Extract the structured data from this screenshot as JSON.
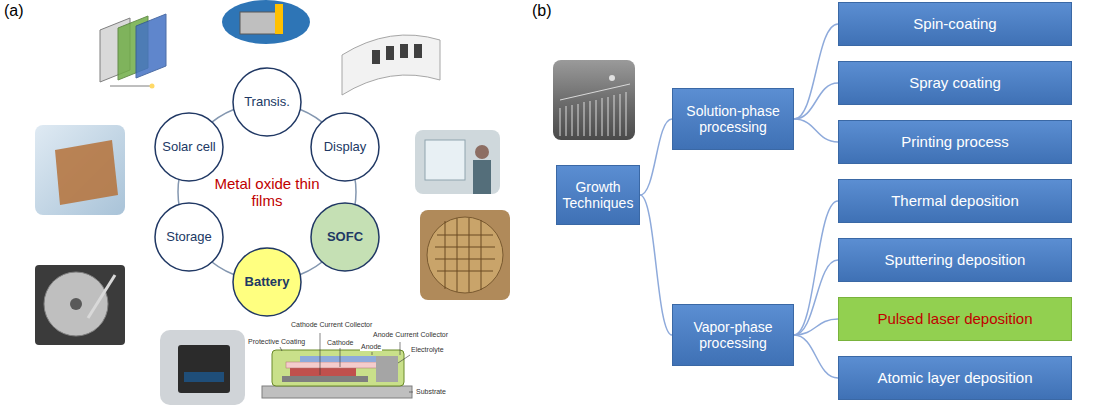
{
  "diagram": {
    "nodes": [
      {
        "text": [
          "Metal oxide thin films"
        ]
      },
      {
        "text": [
          "Transis."
        ]
      },
      {
        "text": [
          "Display"
        ]
      },
      {
        "text": [
          "SOFC"
        ]
      },
      {
        "text": [
          "Battery"
        ]
      },
      {
        "text": [
          "Storage"
        ]
      },
      {
        "text": [
          "Solar cell"
        ]
      },
      {
        "text": [
          "Growth Techniques"
        ]
      },
      {
        "text": [
          "Solution-phase processing"
        ]
      },
      {
        "text": [
          "Spin-coating"
        ]
      },
      {
        "text": [
          "Spray coating"
        ]
      },
      {
        "text": [
          "Printing process"
        ]
      },
      {
        "text": [
          "Vapor-phase processing"
        ]
      },
      {
        "text": [
          "Thermal deposition"
        ]
      },
      {
        "text": [
          "Sputtering deposition"
        ]
      },
      {
        "text": [
          "Pulsed laser deposition"
        ]
      },
      {
        "text": [
          "Atomic layer deposition"
        ]
      }
    ],
    "edges": [
      {
        "from": 7,
        "to": 8,
        "arrow": "none"
      },
      {
        "from": 7,
        "to": 12,
        "arrow": "none"
      },
      {
        "from": 8,
        "to": 9,
        "arrow": "none"
      },
      {
        "from": 8,
        "to": 10,
        "arrow": "none"
      },
      {
        "from": 8,
        "to": 11,
        "arrow": "none"
      },
      {
        "from": 12,
        "to": 13,
        "arrow": "none"
      },
      {
        "from": 12,
        "to": 14,
        "arrow": "none"
      },
      {
        "from": 12,
        "to": 15,
        "arrow": "none"
      },
      {
        "from": 12,
        "to": 16,
        "arrow": "none"
      }
    ],
    "labels": [
      "(a)",
      "(b)",
      "Cathode Current Collector",
      "Anode Current Collector",
      "Cathode",
      "Anode",
      "Electrolyte",
      "Protective Coating",
      "Substrate"
    ]
  }
}
